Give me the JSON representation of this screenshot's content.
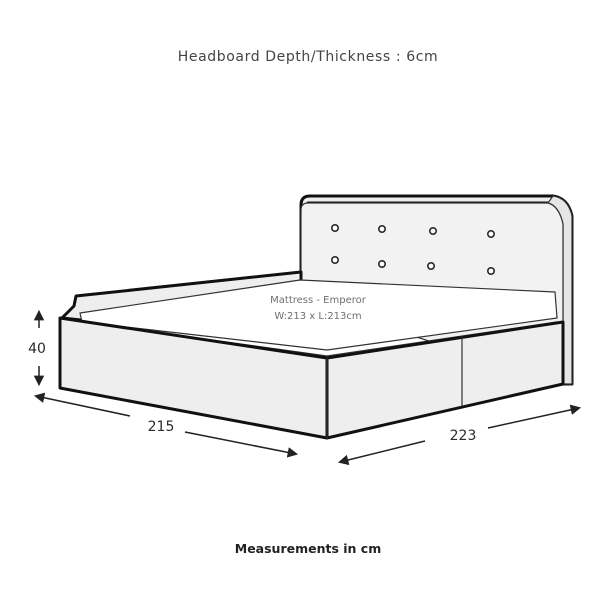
{
  "header": {
    "text": "Headboard Depth/Thickness : 6cm"
  },
  "mattress": {
    "name": "Mattress - Emperor",
    "size": "W:213 x L:213cm"
  },
  "dimensions": {
    "height": "40",
    "length": "215",
    "width": "223"
  },
  "footer": {
    "text": "Measurements in cm"
  },
  "colors": {
    "outline": "#111111",
    "fabric": "#f1f1f1",
    "mattress": "#ffffff",
    "text": "#2b2b2b",
    "button": "#2a2a2a"
  },
  "icons": {
    "arrow": "double-headed-arrow"
  }
}
